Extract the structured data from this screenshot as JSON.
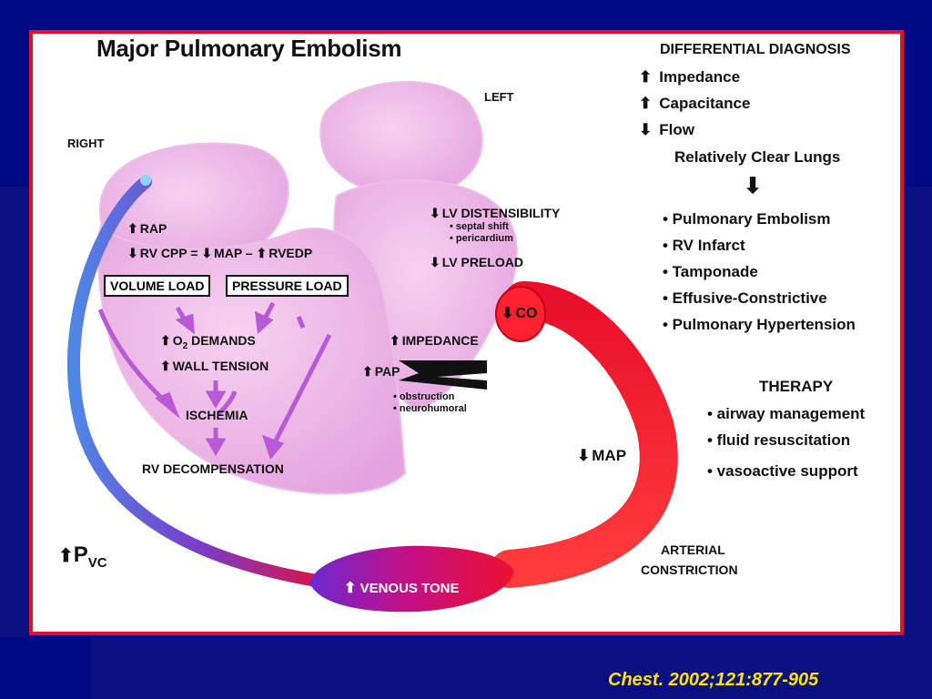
{
  "title": "Major Pulmonary Embolism",
  "labels": {
    "right": "RIGHT",
    "left": "LEFT",
    "rap": "RAP",
    "rv_cpp": "RV CPP =",
    "map_part": "MAP –",
    "rvedp": "RVEDP",
    "volume_load": "VOLUME LOAD",
    "pressure_load": "PRESSURE LOAD",
    "o2_prefix": "O",
    "o2_sub": "2",
    "o2_suffix": " DEMANDS",
    "wall_tension": "WALL TENSION",
    "ischemia": "ISCHEMIA",
    "rv_decomp": "RV DECOMPENSATION",
    "lv_distensibility": "LV DISTENSIBILITY",
    "septal_shift": "• septal shift",
    "pericardium": "• pericardium",
    "lv_preload": "LV PRELOAD",
    "co": "CO",
    "impedance": "IMPEDANCE",
    "pap": "PAP",
    "obstruction": "• obstruction",
    "neurohumoral": "• neurohumoral",
    "map": "MAP",
    "pvc_main": "P",
    "pvc_sub": "VC",
    "venous_tone": "VENOUS TONE",
    "arterial_1": "ARTERIAL",
    "arterial_2": "CONSTRICTION"
  },
  "differential": {
    "heading": "DIFFERENTIAL DIAGNOSIS",
    "items": [
      "Impedance",
      "Capacitance",
      "Flow"
    ],
    "clear_lungs": "Relatively Clear Lungs",
    "diagnoses": [
      "• Pulmonary Embolism",
      "• RV Infarct",
      "• Tamponade",
      "• Effusive-Constrictive",
      "• Pulmonary Hypertension"
    ]
  },
  "therapy": {
    "heading": "THERAPY",
    "items": [
      "• airway management",
      "• fluid resuscitation",
      "• vasoactive support"
    ]
  },
  "citation": "Chest. 2002;121:877-905",
  "colors": {
    "border": "#e0102a",
    "background": "#000a80",
    "citation": "#ffe400",
    "heart": "#e6a8e0"
  }
}
